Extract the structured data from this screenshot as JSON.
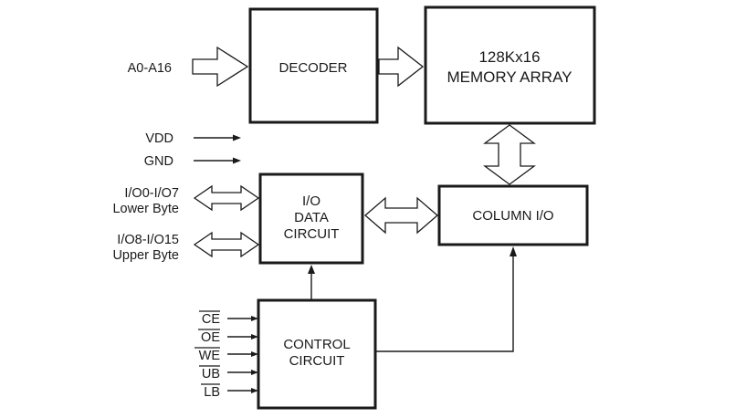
{
  "blocks": {
    "decoder": "DECODER",
    "memory_line1": "128Kx16",
    "memory_line2": "MEMORY ARRAY",
    "io_line1": "I/O",
    "io_line2": "DATA",
    "io_line3": "CIRCUIT",
    "column_io": "COLUMN I/O",
    "control_line1": "CONTROL",
    "control_line2": "CIRCUIT"
  },
  "inputs": {
    "address": "A0-A16",
    "vdd": "VDD",
    "gnd": "GND",
    "io_lower_line1": "I/O0-I/O7",
    "io_lower_line2": "Lower Byte",
    "io_upper_line1": "I/O8-I/O15",
    "io_upper_line2": "Upper Byte"
  },
  "control_signals": [
    {
      "label": "CE",
      "active_low": true
    },
    {
      "label": "OE",
      "active_low": true
    },
    {
      "label": "WE",
      "active_low": true
    },
    {
      "label": "UB",
      "active_low": true
    },
    {
      "label": "LB",
      "active_low": true
    }
  ]
}
